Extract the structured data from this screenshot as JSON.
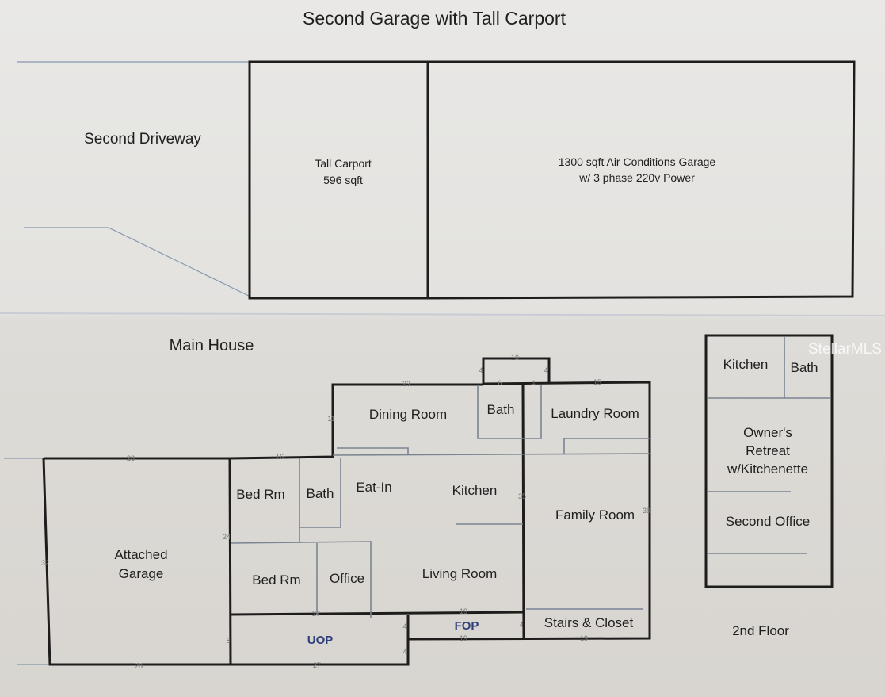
{
  "top": {
    "title": "Second Garage with Tall Carport",
    "driveway": "Second Driveway",
    "carport": {
      "name": "Tall Carport",
      "area": "596 sqft"
    },
    "garage": {
      "line1": "1300 sqft Air Conditions Garage",
      "line2": "w/ 3 phase 220v Power"
    }
  },
  "main": {
    "title": "Main House",
    "rooms": {
      "attached_garage_1": "Attached",
      "attached_garage_2": "Garage",
      "bed1": "Bed Rm",
      "bath1": "Bath",
      "bed2": "Bed Rm",
      "office": "Office",
      "eat_in": "Eat-In",
      "kitchen": "Kitchen",
      "living": "Living Room",
      "dining": "Dining Room",
      "bath2": "Bath",
      "laundry": "Laundry Room",
      "family": "Family Room",
      "stairs": "Stairs & Closet",
      "uop": "UOP",
      "fop": "FOP"
    },
    "dimensions": {
      "garage_top": "28",
      "bed_top": "16",
      "dining_top": "23",
      "bump_top": "10",
      "bump_left": "4",
      "bump_right": "4",
      "bath_top": "6",
      "mid_top": "4",
      "laundry_top": "15",
      "dining_left": "11",
      "bed_left": "24",
      "garage_left": "32",
      "mid_wall": "35",
      "right_wall": "39",
      "uop_top": "27",
      "living_bottom": "19",
      "uop_right_top": "4",
      "uop_right_bottom": "4",
      "fop_right": "4",
      "uop_left": "8",
      "garage_bottom": "28",
      "uop_bottom": "27",
      "fop_bottom": "19",
      "stairs_bottom": "19"
    }
  },
  "second_floor": {
    "label": "2nd Floor",
    "kitchen": "Kitchen",
    "bath": "Bath",
    "retreat_1": "Owner's",
    "retreat_2": "Retreat",
    "retreat_3": "w/Kitchenette",
    "office": "Second Office"
  },
  "watermark": "StellarMLS"
}
